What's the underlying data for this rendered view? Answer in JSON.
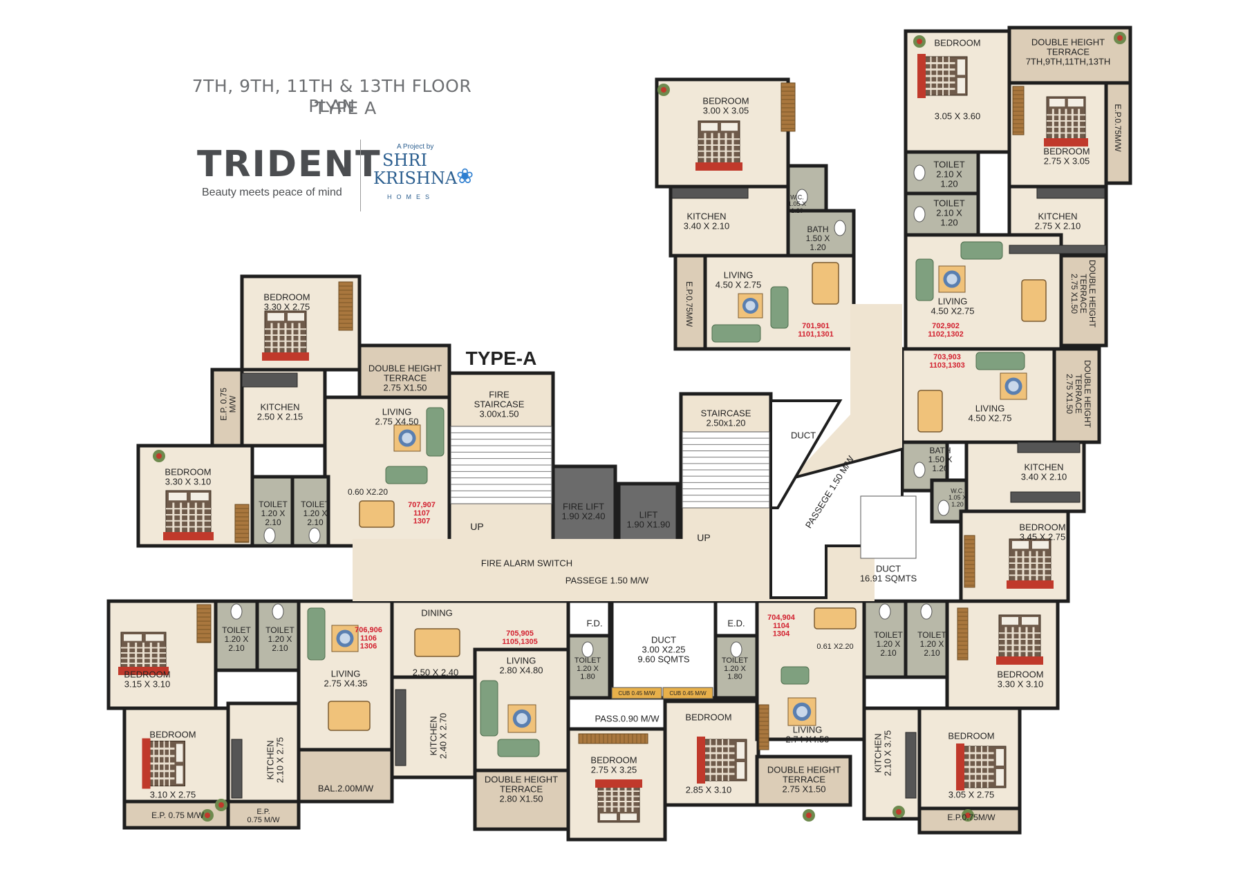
{
  "header": {
    "title_line1": "7TH, 9TH, 11TH & 13TH FLOOR PLAN",
    "title_line2": "TYPE A",
    "logo": "TRIDENT",
    "tagline": "Beauty meets peace of mind",
    "project_by": "A Project by",
    "partner_line1": "SHRI",
    "partner_line2": "KRISHNA",
    "partner_line3": "HOMES",
    "partner_icon": "lotus-icon"
  },
  "plan": {
    "type_label": "TYPE-A",
    "core": {
      "fire_staircase": "FIRE\nSTAIRCASE\n3.00x1.50",
      "fire_stair_up": "UP",
      "fire_lift": "FIRE LIFT\n1.90 X2.40",
      "lift": "LIFT\n1.90 X1.90",
      "staircase": "STAIRCASE\n2.50x1.20",
      "stair_up": "UP",
      "duct_top": "DUCT",
      "passege_diag": "PASSEGE 1.50 M/W",
      "duct_big": "DUCT\n16.91 SQMTS",
      "fire_alarm": "FIRE ALARM SWITCH",
      "passege_main": "PASSEGE 1.50 M/W",
      "fd": "F.D.",
      "ed": "E.D.",
      "duct_center": "DUCT\n3.00 X2.25\n9.60 SQMTS",
      "cub_left": "CUB 0.45 M/W",
      "cub_right": "CUB 0.45 M/W",
      "pass": "PASS.0.90 M/W"
    },
    "flat_701": {
      "unit": "701,901\n1101,1301",
      "bedroom": "BEDROOM\n3.00 X 3.05",
      "wc": "W.C.\n1.05 X\n1.20",
      "kitchen": "KITCHEN\n3.40 X 2.10",
      "bath": "BATH\n1.50 X\n1.20",
      "ep": "E.P.0.75MW",
      "living": "LIVING\n4.50 X 2.75"
    },
    "flat_702": {
      "unit": "702,902\n1102,1302",
      "bedroom1": "BEDROOM",
      "bedroom1_size": "3.05 X 3.60",
      "terrace": "DOUBLE HEIGHT\nTERRACE\n7TH,9TH,11TH,13TH",
      "ep": "E.P.0.75M/W",
      "bedroom2": "BEDROOM\n2.75 X 3.05",
      "toilet1": "TOILET\n2.10 X\n1.20",
      "toilet2": "TOILET\n2.10 X\n1.20",
      "kitchen": "KITCHEN\n2.75 X 2.10",
      "living": "LIVING\n4.50 X2.75",
      "dht": "DOUBLE HEIGHT\nTERRACE\n2.75 X1.50"
    },
    "flat_703": {
      "unit": "703,903\n1103,1303",
      "living": "LIVING\n4.50 X2.75",
      "dht": "DOUBLE HEIGHT\nTERRACE\n2.75 X1.50",
      "bath": "BATH\n1.50 X\n1.20",
      "wc": "W.C.\n1.05 X\n1.20",
      "kitchen": "KITCHEN\n3.40 X 2.10",
      "bedroom": "BEDROOM\n3.45 X 2.75"
    },
    "flat_704": {
      "unit": "704,904\n1104\n1304",
      "dining_size": "0.61 X2.20",
      "toilet1": "TOILET\n1.20 X\n2.10",
      "toilet2": "TOILET\n1.20 X\n2.10",
      "bedroom1": "BEDROOM\n3.30 X 3.10",
      "living": "LIVING\n2.74 X4.50",
      "kitchen": "KITCHEN\n2.10 X 3.75",
      "bedroom2": "BEDROOM",
      "bedroom2_size": "3.05 X 2.75",
      "dht": "DOUBLE HEIGHT\nTERRACE\n2.75 X1.50",
      "ep": "E.P.0.75M/W",
      "toilet3": "TOILET\n1.20 X\n1.80"
    },
    "flat_705": {
      "unit": "705,905\n1105,1305",
      "dining": "DINING",
      "dining_size": "2.50 X 2.40",
      "living": "LIVING\n2.80 X4.80",
      "kitchen": "KITCHEN\n2.40 X 2.70",
      "dht": "DOUBLE HEIGHT\nTERRACE\n2.80 X1.50",
      "bedroom1": "BEDROOM\n2.75 X 3.25",
      "bedroom2": "BEDROOM",
      "bedroom2_size": "2.85 X 3.10",
      "toilet": "TOILET\n1.20 X\n1.80"
    },
    "flat_706": {
      "unit": "706,906\n1106\n1306",
      "toilet1": "TOILET\n1.20 X\n2.10",
      "toilet2": "TOILET\n1.20 X\n2.10",
      "bedroom1": "BEDROOM\n3.15 X 3.10",
      "living": "LIVING\n2.75 X4.35",
      "bedroom2": "BEDROOM",
      "bedroom2_size": "3.10 X 2.75",
      "kitchen": "KITCHEN\n2.10 X 2.75",
      "bal": "BAL.2.00M/W",
      "ep1": "E.P. 0.75 M/W",
      "ep2": "E.P.\n0.75 M/W"
    },
    "flat_707": {
      "unit": "707,907\n1107\n1307",
      "bedroom1": "BEDROOM\n3.30 X 2.75",
      "dht": "DOUBLE HEIGHT\nTERRACE\n2.75 X1.50",
      "ep": "E.P. 0.75\nM/W",
      "kitchen": "KITCHEN\n2.50 X 2.15",
      "living": "LIVING\n2.75 X4.50",
      "bedroom2": "BEDROOM\n3.30 X 3.10",
      "toilet1": "TOILET\n1.20 X\n2.10",
      "toilet2": "TOILET\n1.20 X\n2.10",
      "dining_size": "0.60 X2.20"
    }
  },
  "colors": {
    "wall": "#1e1e1e",
    "floor": "#f1e8d8",
    "corridor": "#efe4d1",
    "terrace": "#dccdb7",
    "toilet": "#b8b8a8",
    "lift": "#6b6b6b",
    "duct": "#ffffff",
    "unit_number": "#d2202f",
    "label": "#222222"
  }
}
